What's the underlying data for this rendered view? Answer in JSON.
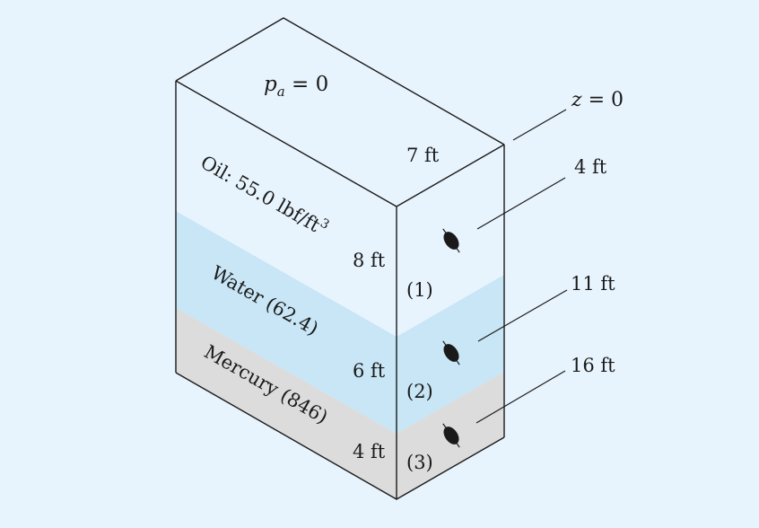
{
  "surface": {
    "pa_symbol": "p",
    "pa_subscript": "a",
    "pa_rest": " = 0"
  },
  "dimensions": {
    "top_width": "7 ft",
    "oil_depth": "8 ft",
    "water_depth": "6 ft",
    "mercury_depth": "4 ft"
  },
  "fluids": {
    "oil_label": "Oil: 55.0 lbf/ft",
    "oil_exponent": "3",
    "water_label": "Water (62.4)",
    "mercury_label": "Mercury (846)"
  },
  "elevations": {
    "z0_var": "z",
    "z0_rest": " = 0",
    "e1": "4 ft",
    "e2": "11 ft",
    "e3": "16 ft"
  },
  "points": {
    "p1": "(1)",
    "p2": "(2)",
    "p3": "(3)"
  },
  "colors": {
    "background": "#e8f4fd",
    "oil": "#e8f4fd",
    "water": "#c8e6f5",
    "mercury": "#dcdcdc",
    "line": "#1a1a1a"
  }
}
